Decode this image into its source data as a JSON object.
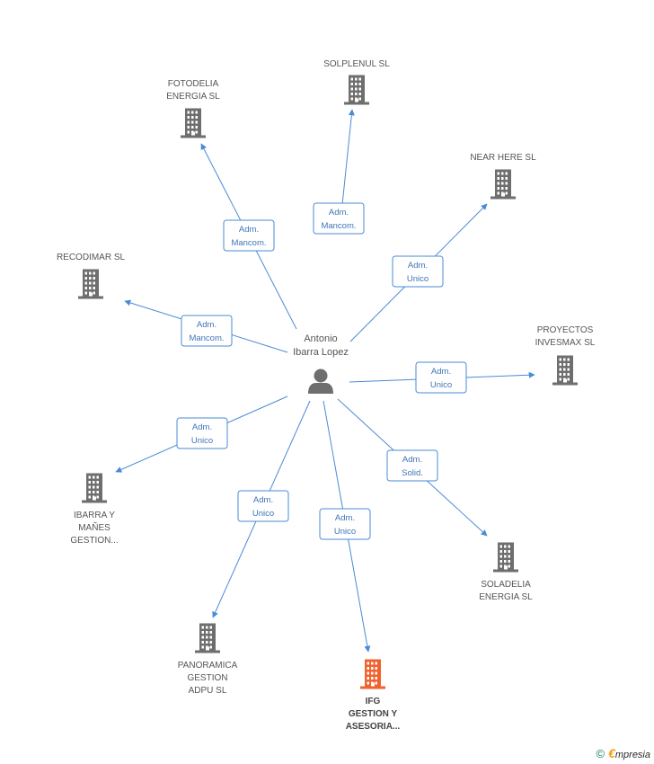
{
  "person": {
    "name_lines": [
      "Antonio",
      "Ibarra Lopez"
    ],
    "icon": "person-icon"
  },
  "colors": {
    "edge": "#4a8bd6",
    "building": "#6e6e6e",
    "building_focus": "#f0622f"
  },
  "companies": [
    {
      "id": "solplenul",
      "lines": [
        "SOLPLENUL  SL"
      ],
      "role": [
        "Adm.",
        "Mancom."
      ],
      "focus": false
    },
    {
      "id": "fotodelia",
      "lines": [
        "FOTODELIA",
        "ENERGIA SL"
      ],
      "role": [
        "Adm.",
        "Mancom."
      ],
      "focus": false
    },
    {
      "id": "near-here",
      "lines": [
        "NEAR HERE  SL"
      ],
      "role": [
        "Adm.",
        "Unico"
      ],
      "focus": false
    },
    {
      "id": "recodimar",
      "lines": [
        "RECODIMAR  SL"
      ],
      "role": [
        "Adm.",
        "Mancom."
      ],
      "focus": false
    },
    {
      "id": "proyectos-invesmax",
      "lines": [
        "PROYECTOS",
        "INVESMAX SL"
      ],
      "role": [
        "Adm.",
        "Unico"
      ],
      "focus": false
    },
    {
      "id": "ibarra-y-manes",
      "lines": [
        "IBARRA Y",
        "MAÑES",
        "GESTION..."
      ],
      "role": [
        "Adm.",
        "Unico"
      ],
      "focus": false
    },
    {
      "id": "soladelia",
      "lines": [
        "SOLADELIA",
        "ENERGIA SL"
      ],
      "role": [
        "Adm.",
        "Solid."
      ],
      "focus": false
    },
    {
      "id": "panoramica",
      "lines": [
        "PANORAMICA",
        "GESTION",
        "ADPU SL"
      ],
      "role": [
        "Adm.",
        "Unico"
      ],
      "focus": false
    },
    {
      "id": "ifg",
      "lines": [
        "IFG",
        "GESTION Y",
        "ASESORIA..."
      ],
      "role": [
        "Adm.",
        "Unico"
      ],
      "focus": true
    }
  ],
  "footer": {
    "copyright": "©",
    "brand_initial": "€",
    "brand_rest": "mpresia"
  }
}
